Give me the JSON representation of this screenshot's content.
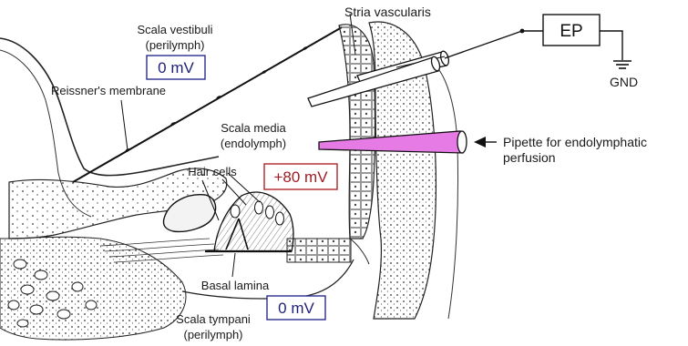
{
  "labels": {
    "scala_vestibuli": "Scala vestibuli",
    "scala_vestibuli_fluid": "(perilymph)",
    "reissners_membrane": "Reissner's membrane",
    "stria_vascularis": "Stria vascularis",
    "scala_media": "Scala media",
    "scala_media_fluid": "(endolymph)",
    "hair_cells": "Hair cells",
    "basal_lamina": "Basal lamina",
    "scala_tympani": "Scala tympani",
    "scala_tympani_fluid": "(perilymph)",
    "pipette_line1": "Pipette for endolymphatic",
    "pipette_line2": "perfusion"
  },
  "potentials": {
    "vestibuli": "0 mV",
    "media": "+80 mV",
    "tympani": "0 mV"
  },
  "instruments": {
    "ep": "EP",
    "gnd": "GND"
  },
  "colors": {
    "potential_box_zero": "#2b2b8c",
    "potential_box_media": "#b0262a",
    "potential_text_zero": "#1f1f7a",
    "potential_text_media": "#a11d22",
    "perfusion_pipette": "#e67be6"
  }
}
